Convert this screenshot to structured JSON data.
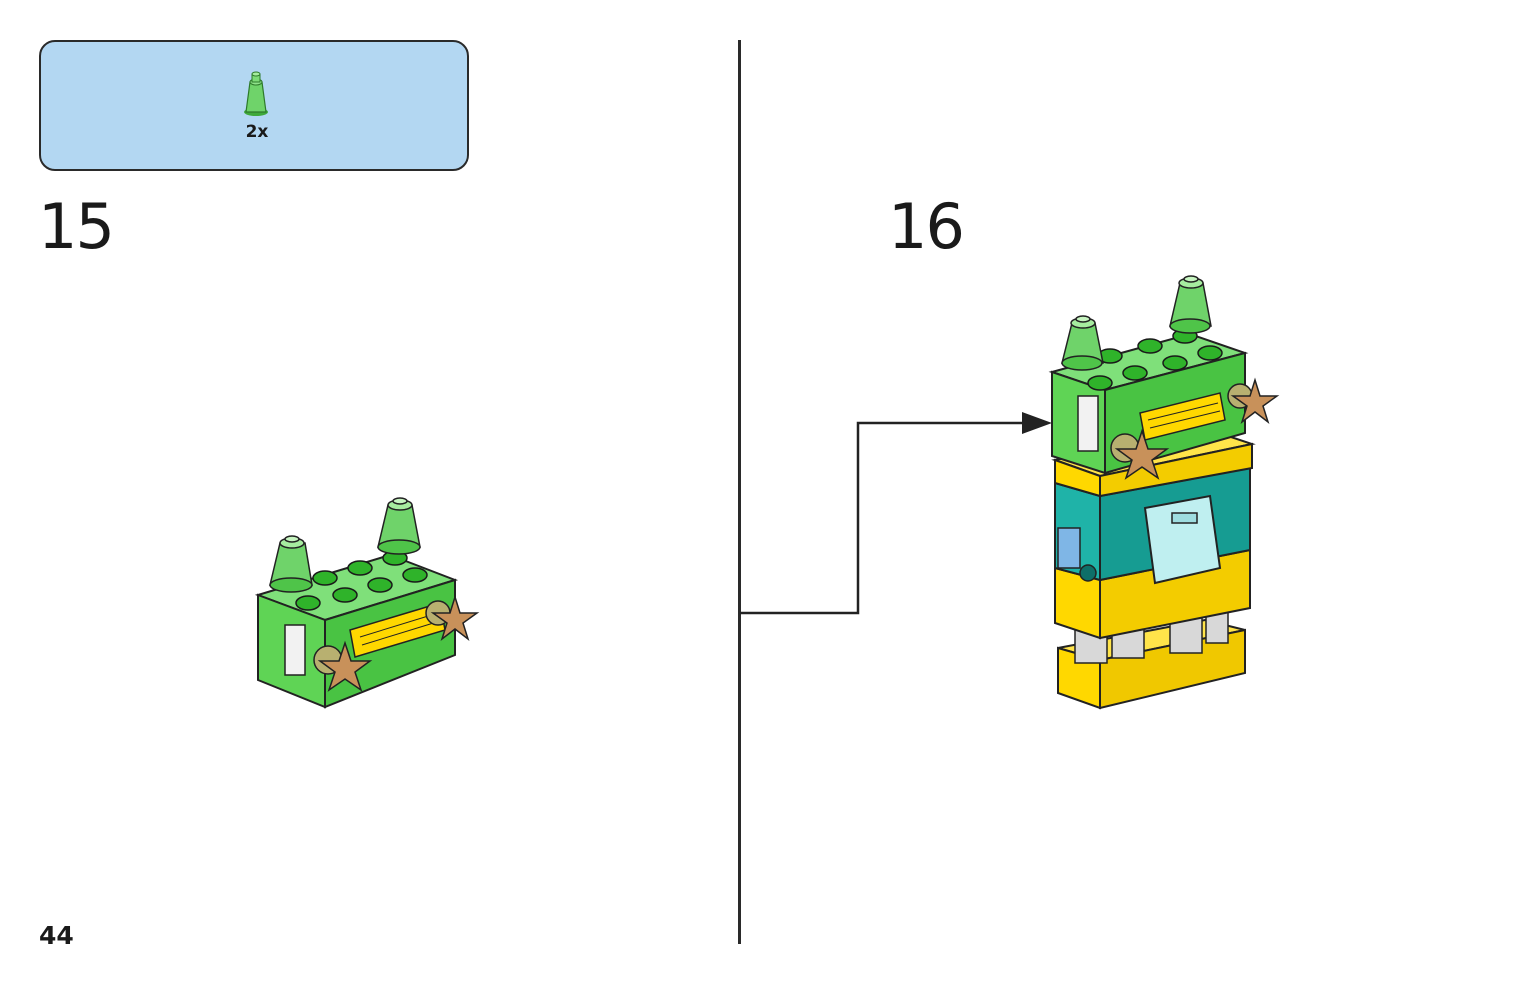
{
  "parts_callout": {
    "quantity": "2x",
    "part_icon": "green-cone-brick-icon",
    "part_color": "#6fd36a"
  },
  "steps": [
    {
      "number": "15"
    },
    {
      "number": "16"
    }
  ],
  "page_number": "44",
  "colors": {
    "callout_background": "#b3d7f2",
    "bright_green": "#5fd455",
    "yellow": "#ffd800",
    "teal": "#1fb3a8",
    "tan": "#c8915a"
  }
}
